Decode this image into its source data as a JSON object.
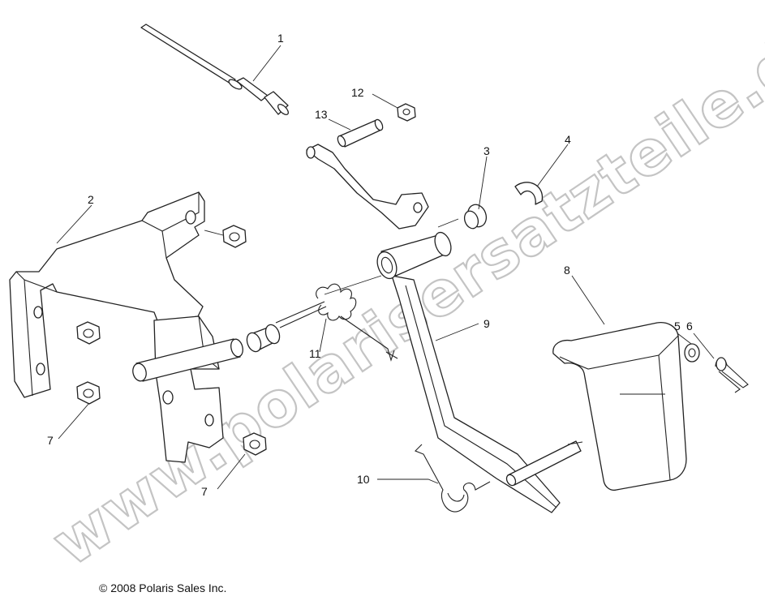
{
  "copyright": "© 2008 Polaris Sales Inc.",
  "watermark": "www.polarisersatzteile.de",
  "callouts": {
    "c1": "1",
    "c2": "2",
    "c3": "3",
    "c4": "4",
    "c5": "5",
    "c6": "6",
    "c7a": "7",
    "c7b": "7",
    "c8": "8",
    "c9": "9",
    "c10": "10",
    "c11": "11",
    "c12": "12",
    "c13": "13"
  },
  "colors": {
    "line": "#222222",
    "watermark_outline": "#c4c4c4"
  }
}
